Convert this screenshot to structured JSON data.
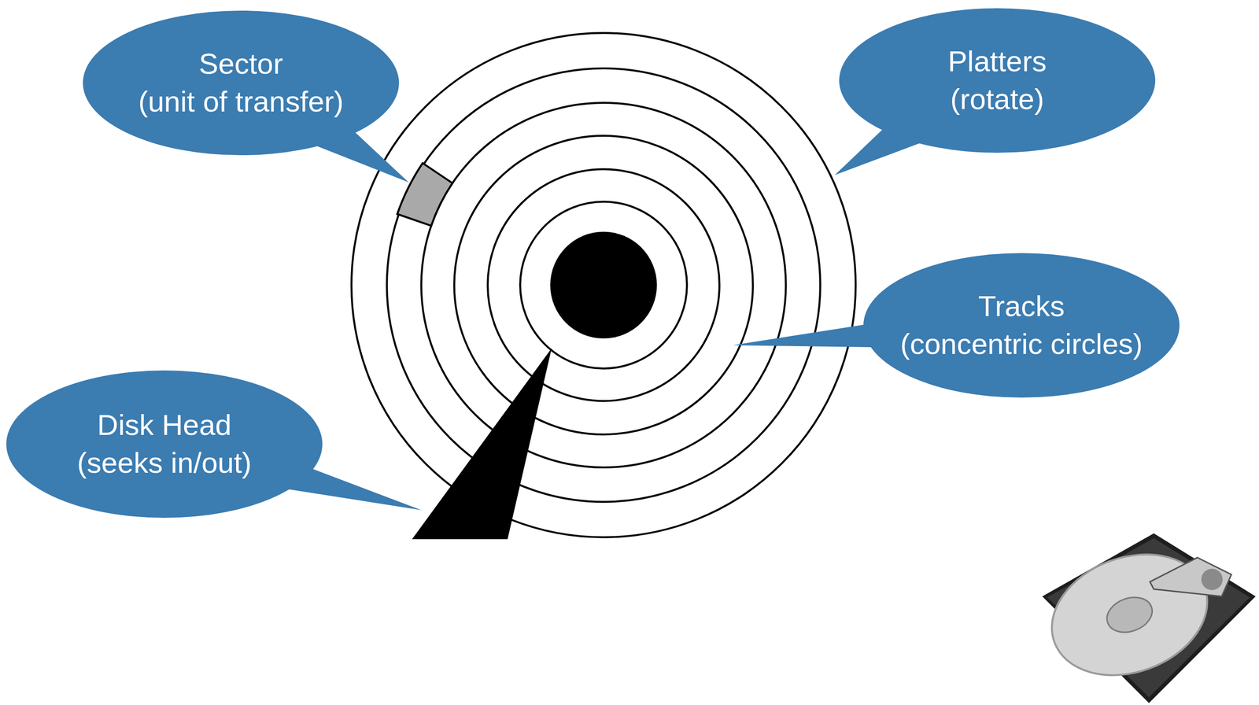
{
  "diagram": {
    "nodes": [
      {
        "text": [
          "Sector",
          "(unit of transfer)"
        ]
      },
      {
        "text": [
          "Platters",
          "(rotate)"
        ]
      },
      {
        "text": [
          "Tracks",
          "(concentric circles)"
        ]
      },
      {
        "text": [
          "Disk Head",
          "(seeks in/out)"
        ]
      }
    ]
  }
}
